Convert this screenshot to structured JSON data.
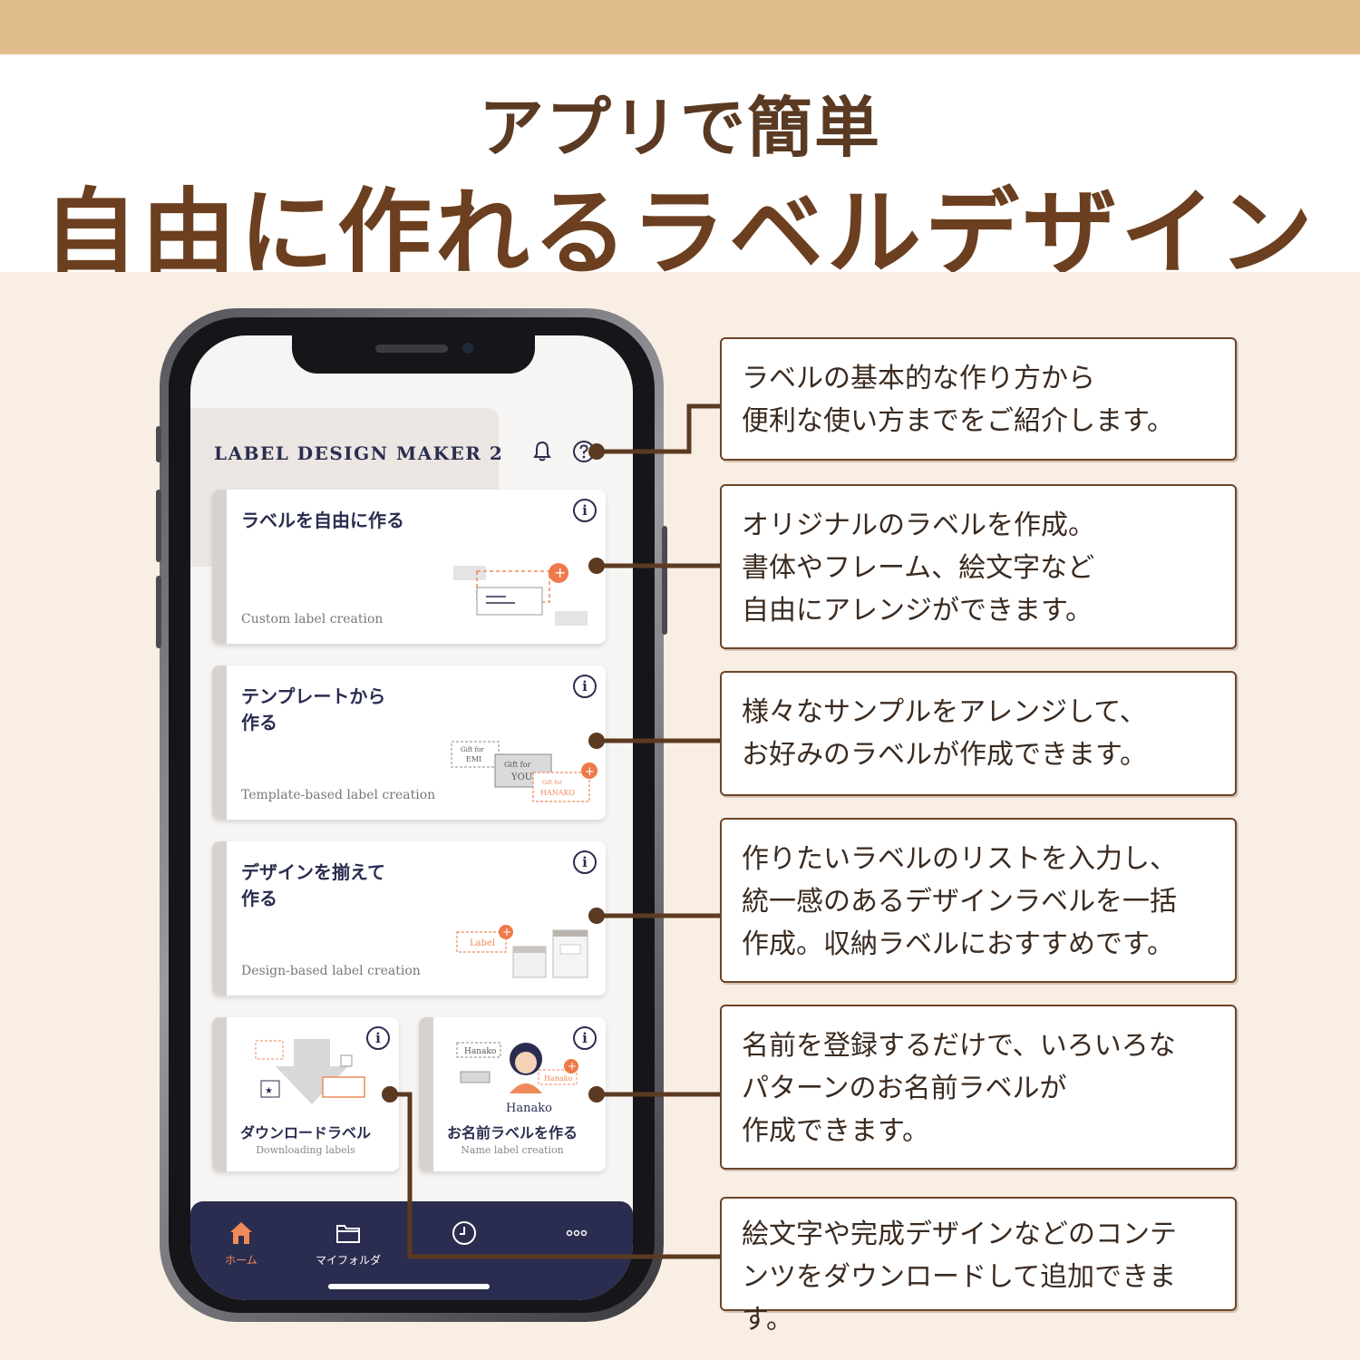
{
  "headline": {
    "line1": "アプリで簡単",
    "line2": "自由に作れるラベルデザイン"
  },
  "app": {
    "title": "LABEL DESIGN MAKER 2",
    "header_icons": [
      "bell-icon",
      "help-icon"
    ],
    "cards": [
      {
        "title": "ラベルを自由に作る",
        "subtitle": "Custom label creation"
      },
      {
        "title": "テンプレートから\n作る",
        "subtitle": "Template-based label creation"
      },
      {
        "title": "デザインを揃えて\n作る",
        "subtitle": "Design-based label creation"
      }
    ],
    "small_cards": [
      {
        "title": "ダウンロードラベル",
        "subtitle": "Downloading labels"
      },
      {
        "title": "お名前ラベルを作る",
        "subtitle": "Name label creation",
        "illustration_name": "Hanako"
      }
    ],
    "illustration_text": {
      "gift_for": "Gift for",
      "emi": "EMI",
      "you": "YOU",
      "hanako_caps": "HANAKO",
      "label": "Label",
      "hanako_small": "Hanako"
    },
    "tabs": [
      {
        "label": "ホーム",
        "icon": "home-icon",
        "active": true
      },
      {
        "label": "マイフォルダ",
        "icon": "folder-icon",
        "active": false
      },
      {
        "label": "",
        "icon": "history-icon",
        "active": false
      },
      {
        "label": "",
        "icon": "more-icon",
        "active": false
      }
    ]
  },
  "callouts": [
    "ラベルの基本的な作り方から\n便利な使い方までをご紹介します。",
    "オリジナルのラベルを作成。\n書体やフレーム、絵文字など\n自由にアレンジができます。",
    "様々なサンプルをアレンジして、\nお好みのラベルが作成できます。",
    "作りたいラベルのリストを入力し、\n統一感のあるデザインラベルを一括\n作成。収納ラベルにおすすめです。",
    "名前を登録するだけで、いろいろな\nパターンのお名前ラベルが\n作成できます。",
    "絵文字や完成デザインなどのコンテ\nンツをダウンロードして追加できます。"
  ],
  "colors": {
    "top_band": "#e1bc8c",
    "headline": "#6b3f1f",
    "background": "#f8eee4",
    "navy": "#2a2d4f",
    "accent": "#f08a58",
    "connector": "#5c3a22"
  }
}
